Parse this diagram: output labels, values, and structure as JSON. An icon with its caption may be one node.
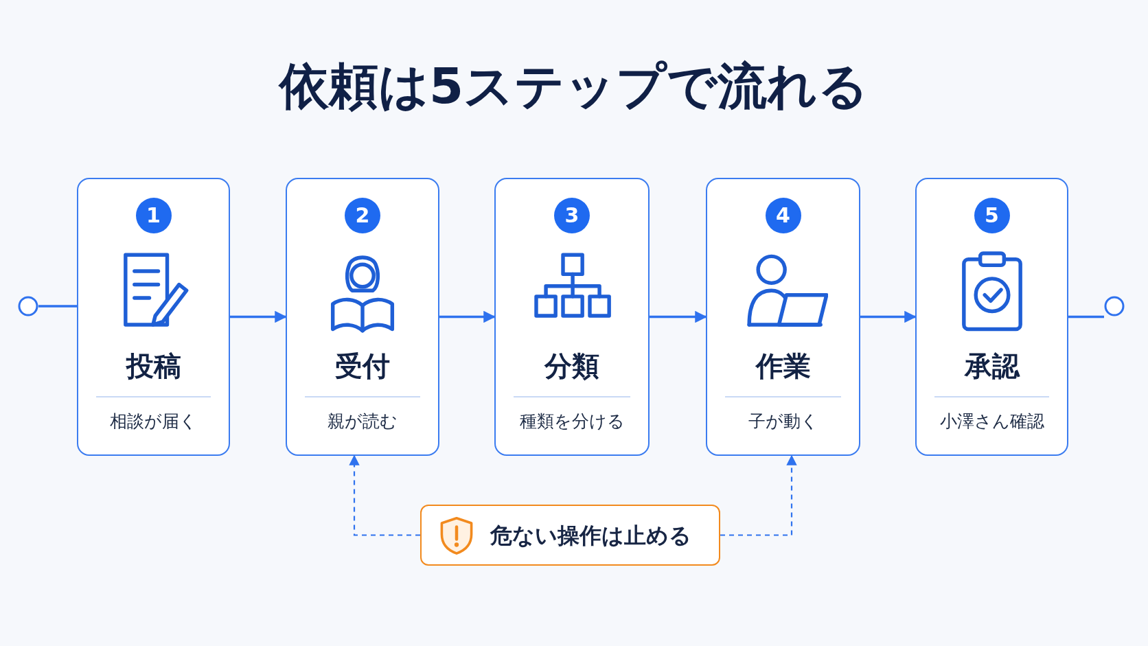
{
  "diagram": {
    "title": "依頼は5ステップで流れる",
    "nodes": [
      {
        "text": [],
        "shape": "circle"
      },
      {
        "text": [
          "1",
          "投稿",
          "相談が届く"
        ]
      },
      {
        "text": [
          "2",
          "受付",
          "親が読む"
        ]
      },
      {
        "text": [
          "3",
          "分類",
          "種類を分ける"
        ]
      },
      {
        "text": [
          "4",
          "作業",
          "子が動く"
        ]
      },
      {
        "text": [
          "5",
          "承認",
          "小澤さん確認"
        ]
      },
      {
        "text": [],
        "shape": "circle"
      },
      {
        "text": [
          "危ない操作は止める"
        ]
      }
    ],
    "edges": [
      {
        "from": 0,
        "to": 1,
        "arrow": "none"
      },
      {
        "from": 1,
        "to": 2,
        "arrow": "to"
      },
      {
        "from": 2,
        "to": 3,
        "arrow": "to"
      },
      {
        "from": 3,
        "to": 4,
        "arrow": "to"
      },
      {
        "from": 4,
        "to": 5,
        "arrow": "to"
      },
      {
        "from": 5,
        "to": 6,
        "arrow": "none"
      },
      {
        "from": 7,
        "to": 2,
        "arrow": "to",
        "style": "dashed"
      },
      {
        "from": 7,
        "to": 4,
        "arrow": "to",
        "style": "dashed"
      }
    ]
  }
}
